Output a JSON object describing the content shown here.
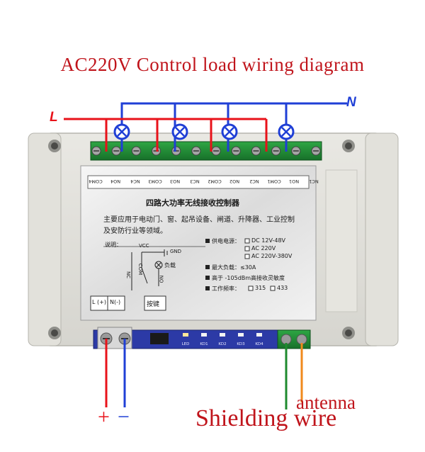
{
  "title": "AC220V Control load wiring diagram",
  "labels": {
    "live": "L",
    "neutral": "N",
    "plus": "+",
    "minus": "−",
    "antenna": "antenna",
    "shielding": "Shielding wire"
  },
  "terminals": [
    "COM4",
    "NO4",
    "NC4",
    "COM3",
    "NO3",
    "NC3",
    "COM2",
    "NO2",
    "NC2",
    "COM1",
    "NO1",
    "NC1"
  ],
  "panel": {
    "heading": "四路大功率无线接收控制器",
    "desc_line1": "主要应用于电动门、窗、起吊设备、闸道、升降器、工业控制",
    "desc_line2": "及安防行业等领域。",
    "notes_label": "说明：",
    "vcc": "VCC",
    "gnd": "GND",
    "load": "负载",
    "nc": "NC",
    "com": "COM",
    "no": "NO",
    "l_plus": "L (+)",
    "n_minus": "N(-)",
    "button_label": "按键",
    "power_label": "供电电源：",
    "power_opt1": "DC 12V-48V",
    "power_opt2": "AC 220V",
    "power_opt3": "AC 220V-380V",
    "max_load": "最大负载：≤30A",
    "sensitivity": "高于 -105dBm高接收灵敏度",
    "freq_label": "工作频率：",
    "freq_opt1": "315",
    "freq_opt2": "433"
  },
  "board": {
    "leds": [
      "LED",
      "KD1",
      "KD2",
      "KD3",
      "KD4"
    ]
  },
  "colors": {
    "live_wire": "#e8121a",
    "neutral_wire": "#1f3fd6",
    "antenna_wire": "#f08a1c",
    "shield_wire": "#1e8a2e",
    "terminal_green": "#1e8a2e"
  }
}
